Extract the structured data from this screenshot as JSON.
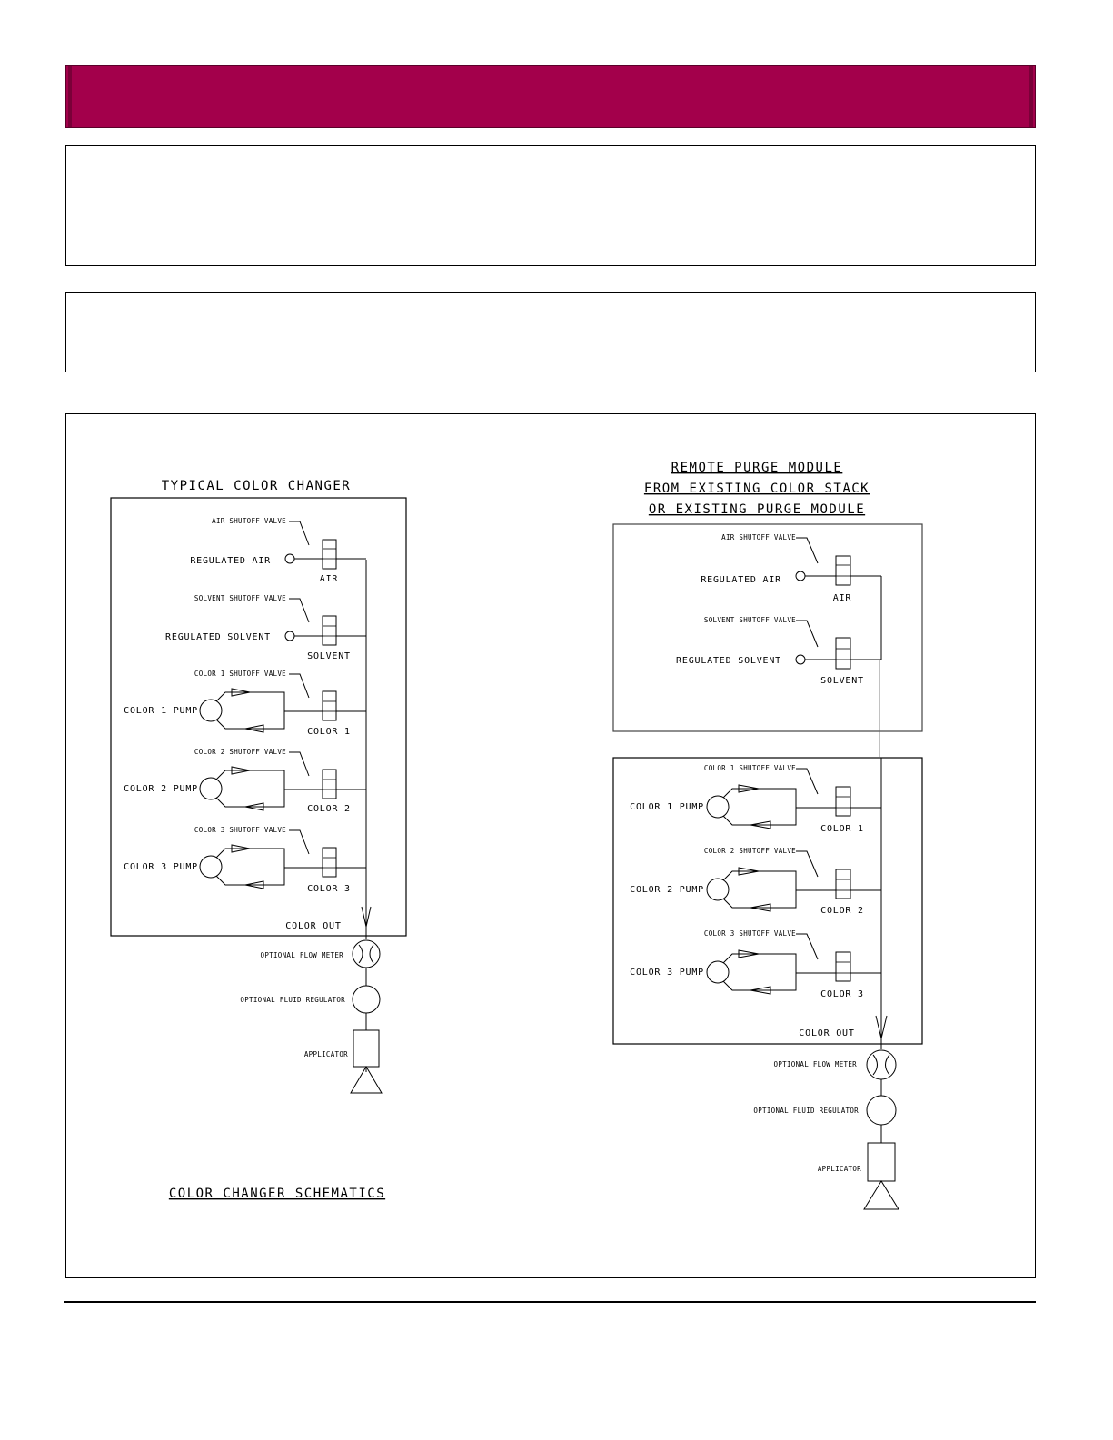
{
  "header": {
    "banner_color": "#a3004b"
  },
  "diagram": {
    "left": {
      "title": "TYPICAL COLOR CHANGER",
      "caption": "COLOR CHANGER SCHEMATICS",
      "air": {
        "valve_label": "AIR SHUTOFF VALVE",
        "supply_label": "REGULATED AIR",
        "port_label": "AIR"
      },
      "solvent": {
        "valve_label": "SOLVENT SHUTOFF VALVE",
        "supply_label": "REGULATED SOLVENT",
        "port_label": "SOLVENT"
      },
      "colors": [
        {
          "valve_label": "COLOR 1 SHUTOFF VALVE",
          "pump_label": "COLOR 1 PUMP",
          "port_label": "COLOR 1"
        },
        {
          "valve_label": "COLOR 2 SHUTOFF VALVE",
          "pump_label": "COLOR 2 PUMP",
          "port_label": "COLOR 2"
        },
        {
          "valve_label": "COLOR 3 SHUTOFF VALVE",
          "pump_label": "COLOR 3 PUMP",
          "port_label": "COLOR 3"
        }
      ],
      "out_label": "COLOR OUT",
      "flow_meter_label": "OPTIONAL FLOW METER",
      "regulator_label": "OPTIONAL FLUID REGULATOR",
      "applicator_label": "APPLICATOR"
    },
    "right": {
      "title_lines": [
        "REMOTE PURGE MODULE",
        "FROM EXISTING COLOR STACK",
        "OR EXISTING PURGE MODULE"
      ],
      "air": {
        "valve_label": "AIR SHUTOFF VALVE",
        "supply_label": "REGULATED AIR",
        "port_label": "AIR"
      },
      "solvent": {
        "valve_label": "SOLVENT SHUTOFF VALVE",
        "supply_label": "REGULATED SOLVENT",
        "port_label": "SOLVENT"
      },
      "colors": [
        {
          "valve_label": "COLOR 1 SHUTOFF VALVE",
          "pump_label": "COLOR 1 PUMP",
          "port_label": "COLOR 1"
        },
        {
          "valve_label": "COLOR 2 SHUTOFF VALVE",
          "pump_label": "COLOR 2 PUMP",
          "port_label": "COLOR 2"
        },
        {
          "valve_label": "COLOR 3 SHUTOFF VALVE",
          "pump_label": "COLOR 3 PUMP",
          "port_label": "COLOR 3"
        }
      ],
      "out_label": "COLOR OUT",
      "flow_meter_label": "OPTIONAL FLOW METER",
      "regulator_label": "OPTIONAL FLUID REGULATOR",
      "applicator_label": "APPLICATOR"
    }
  }
}
